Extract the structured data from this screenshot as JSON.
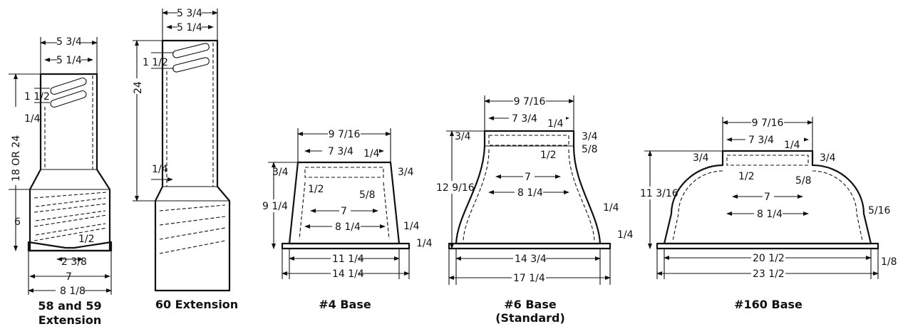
{
  "drawings": [
    {
      "id": "ext-58-59",
      "caption_lines": [
        "58 and 59",
        "Extension"
      ],
      "dims": {
        "top_outer": "5 3/4",
        "top_inner": "5 1/4",
        "slot_spacing": "1 1/2",
        "wall": "1/4",
        "height": "18 OR 24",
        "lower": "6",
        "half": "1/2",
        "base_small": "2 3/8",
        "base_mid": "7",
        "base_outer": "8 1/8"
      }
    },
    {
      "id": "ext-60",
      "caption_lines": [
        "60 Extension"
      ],
      "dims": {
        "top_outer": "5 3/4",
        "top_inner": "5 1/4",
        "slot_spacing": "1 1/2",
        "height": "24",
        "wall": "1/4"
      }
    },
    {
      "id": "base-4",
      "caption_lines": [
        "#4 Base"
      ],
      "dims": {
        "top_width": "9 7/16",
        "inner_top": "7 3/4",
        "quarter": "1/4",
        "three_quarter_l": "3/4",
        "three_quarter_r": "3/4",
        "height": "9 1/4",
        "half": "1/2",
        "five_eighths": "5/8",
        "seven": "7",
        "eight_quarter": "8 1/4",
        "flange_w": "1/4",
        "flange_h": "1/4",
        "base_inner": "11 1/4",
        "base_outer": "14 1/4"
      }
    },
    {
      "id": "base-6",
      "caption_lines": [
        "#6 Base",
        "(Standard)"
      ],
      "dims": {
        "top_width": "9 7/16",
        "inner_top": "7 3/4",
        "quarter": "1/4",
        "three_quarter_l": "3/4",
        "three_quarter_r": "3/4",
        "five_eighths": "5/8",
        "half": "1/2",
        "height": "12 9/16",
        "seven": "7",
        "eight_quarter": "8 1/4",
        "wall": "1/4",
        "flange_h": "1/4",
        "base_inner": "14 3/4",
        "base_outer": "17 1/4"
      }
    },
    {
      "id": "base-160",
      "caption_lines": [
        "#160 Base"
      ],
      "dims": {
        "top_width": "9 7/16",
        "inner_top": "7 3/4",
        "quarter": "1/4",
        "three_quarter_l": "3/4",
        "three_quarter_r": "3/4",
        "height": "11 3/16",
        "half": "1/2",
        "five_eighths": "5/8",
        "seven": "7",
        "eight_quarter": "8 1/4",
        "wall": "5/16",
        "flange_h": "1/8",
        "base_inner": "20 1/2",
        "base_outer": "23 1/2"
      }
    }
  ]
}
